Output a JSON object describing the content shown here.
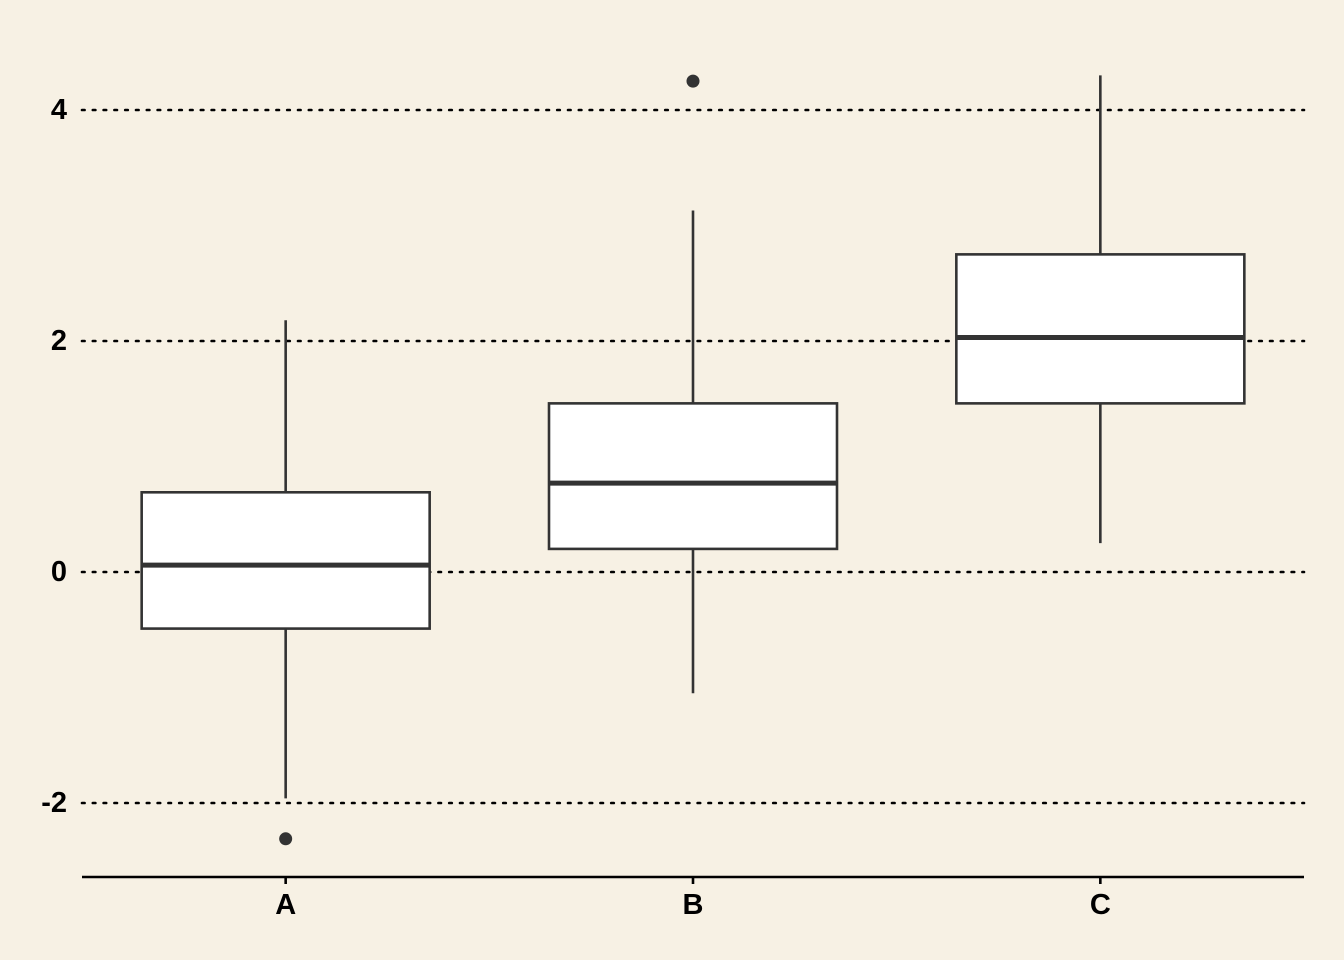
{
  "chart_data": {
    "type": "boxplot",
    "title": "",
    "xlabel": "",
    "ylabel": "",
    "categories": [
      "A",
      "B",
      "C"
    ],
    "boxes": [
      {
        "category": "A",
        "whisker_low": -1.96,
        "q1": -0.49,
        "median": 0.06,
        "q3": 0.69,
        "whisker_high": 2.18,
        "outliers": [
          -2.31
        ]
      },
      {
        "category": "B",
        "whisker_low": -1.05,
        "q1": 0.2,
        "median": 0.77,
        "q3": 1.46,
        "whisker_high": 3.13,
        "outliers": [
          4.25
        ]
      },
      {
        "category": "C",
        "whisker_low": 0.25,
        "q1": 1.46,
        "median": 2.03,
        "q3": 2.75,
        "whisker_high": 4.3,
        "outliers": []
      }
    ],
    "y_ticks": [
      -2,
      0,
      2,
      4
    ],
    "y_tick_labels": [
      "-2",
      "0",
      "2",
      "4"
    ],
    "ylim": [
      -2.63,
      4.5
    ],
    "grid": "horizontal-dotted",
    "legend": "none",
    "colors": {
      "background": "#f7f1e4",
      "box_fill": "#ffffff",
      "box_stroke": "#333333",
      "grid": "#000000",
      "axis": "#000000"
    }
  }
}
